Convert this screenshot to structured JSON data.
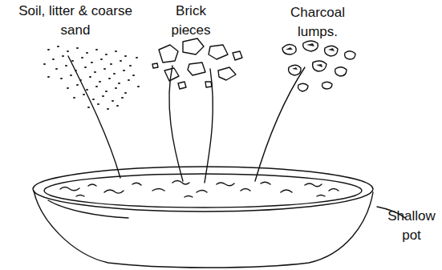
{
  "diagram": {
    "labels": [
      "Soil, litter & coarse sand",
      "Brick pieces",
      "Charcoal lumps.",
      "Shallow pot"
    ]
  }
}
